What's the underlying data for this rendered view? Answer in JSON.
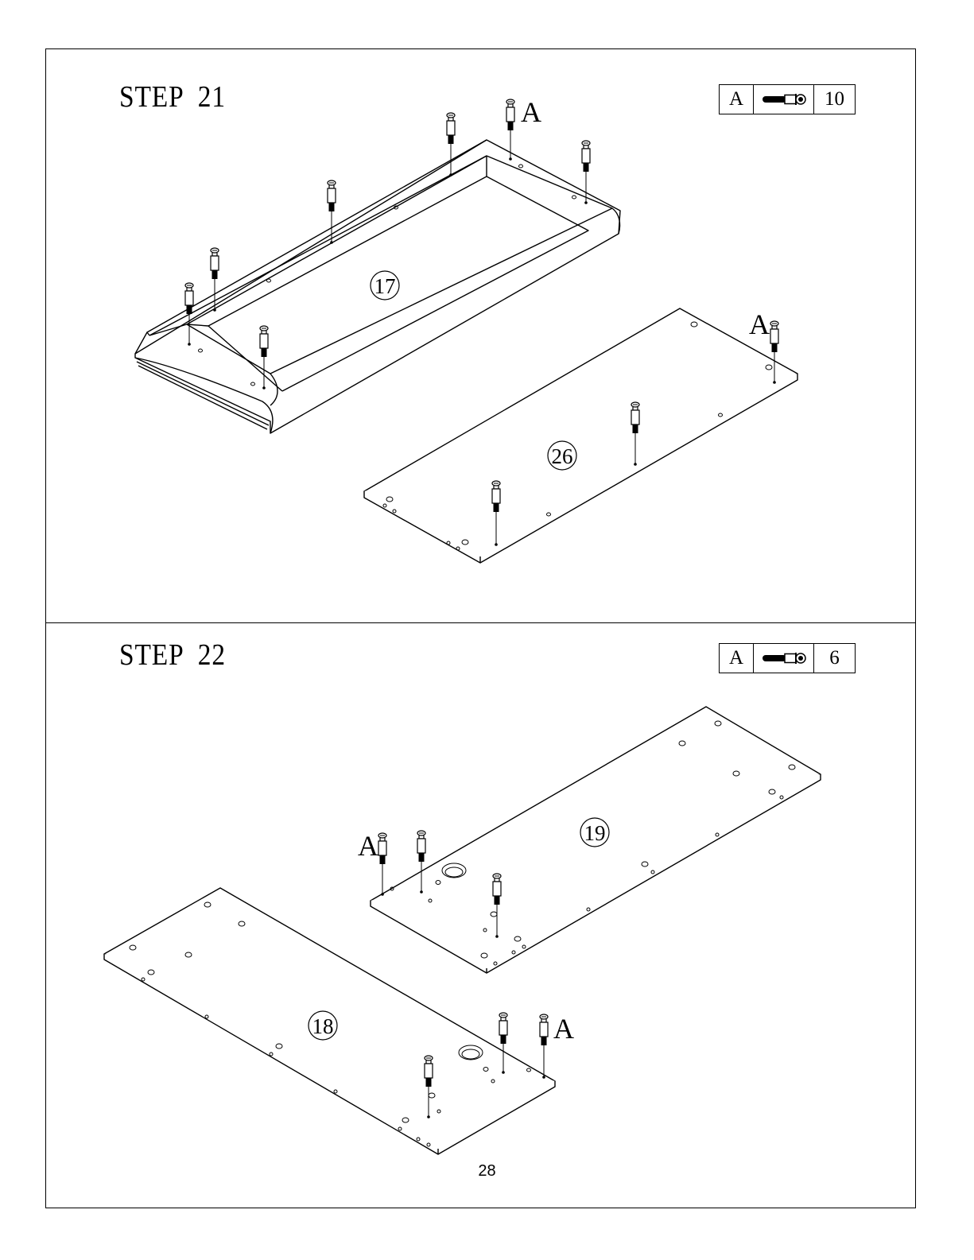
{
  "step21": {
    "title": "STEP  21",
    "hardware": {
      "letter": "A",
      "icon": "cam-bolt-icon",
      "quantity": "10"
    },
    "parts": [
      "17",
      "26"
    ],
    "callouts": [
      "A",
      "A"
    ]
  },
  "step22": {
    "title": "STEP  22",
    "hardware": {
      "letter": "A",
      "icon": "cam-bolt-icon",
      "quantity": "6"
    },
    "parts": [
      "19",
      "18"
    ],
    "callouts": [
      "A",
      "A"
    ]
  },
  "page_number": "28"
}
